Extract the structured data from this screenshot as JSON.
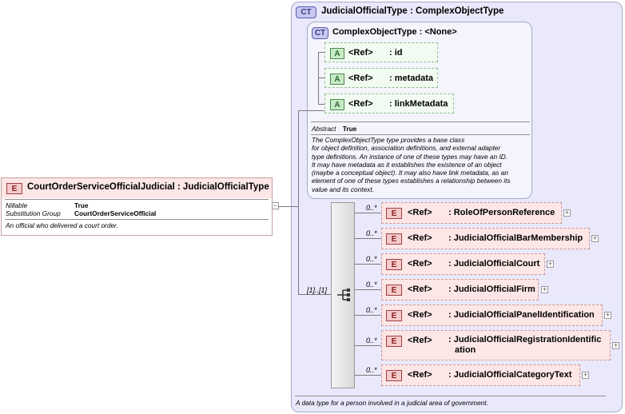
{
  "outer_type": {
    "badge": "CT",
    "title": "JudicialOfficialType",
    "base": ": ComplexObjectType",
    "description": "A data type for a person involved in a judicial area of government."
  },
  "inner_type": {
    "badge": "CT",
    "title": "ComplexObjectType",
    "base": ": <None>",
    "attributes": [
      {
        "badge": "A",
        "ref": "<Ref>",
        "name": ": id"
      },
      {
        "badge": "A",
        "ref": "<Ref>",
        "name": ": metadata"
      },
      {
        "badge": "A",
        "ref": "<Ref>",
        "name": ": linkMetadata"
      }
    ],
    "abstract_label": "Abstract",
    "abstract_value": "True",
    "description_lines": [
      "The ComplexObjectType type provides a base class",
      "for object definition, association definitions, and external adapter",
      "type definitions. An instance of one of these types may have an ID.",
      "It may have metadata as it establishes the existence of an object",
      "(maybe a conceptual object). It may also have link metadata, as an",
      "element of one of these types establishes a relationship between its",
      "value and its context."
    ]
  },
  "element": {
    "badge": "E",
    "name": "CourtOrderServiceOfficialJudicial",
    "type": ": JudicialOfficialType",
    "nillable_label": "Nillable",
    "nillable_value": "True",
    "subst_label": "Substitution Group",
    "subst_value": "CourtOrderServiceOfficial",
    "description": "An official who delivered a court order.",
    "collapse": "−"
  },
  "sequence": {
    "cardinality": "[1]..[1]"
  },
  "children": [
    {
      "card": "0..*",
      "badge": "E",
      "ref": "<Ref>",
      "name": ": RoleOfPersonReference",
      "expand": "+"
    },
    {
      "card": "0..*",
      "badge": "E",
      "ref": "<Ref>",
      "name": ": JudicialOfficialBarMembership",
      "expand": "+"
    },
    {
      "card": "0..*",
      "badge": "E",
      "ref": "<Ref>",
      "name": ": JudicialOfficialCourt",
      "expand": "+"
    },
    {
      "card": "0..*",
      "badge": "E",
      "ref": "<Ref>",
      "name": ": JudicialOfficialFirm",
      "expand": "+"
    },
    {
      "card": "0..*",
      "badge": "E",
      "ref": "<Ref>",
      "name": ": JudicialOfficialPanelIdentification",
      "expand": "+"
    },
    {
      "card": "0..*",
      "badge": "E",
      "ref": "<Ref>",
      "name_line1": ": JudicialOfficialRegistrationIdentific",
      "name_line2": "ation",
      "expand": "+"
    },
    {
      "card": "0..*",
      "badge": "E",
      "ref": "<Ref>",
      "name": ": JudicialOfficialCategoryText",
      "expand": "+"
    }
  ]
}
